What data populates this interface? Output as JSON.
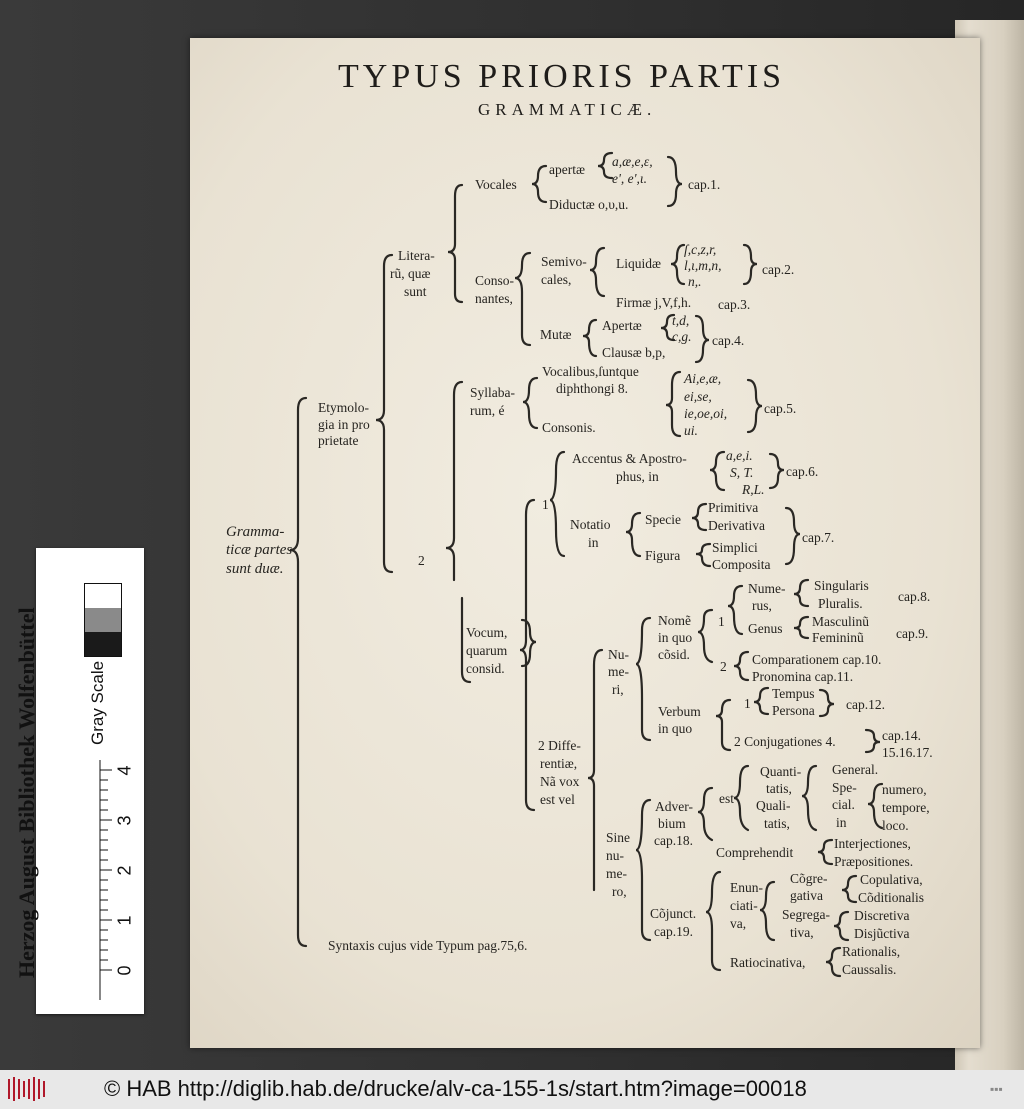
{
  "title": {
    "line1": "TYPUS PRIORIS PARTIS",
    "line2": "GRAMMATICÆ."
  },
  "tree": {
    "root": {
      "l1": "Gramma-",
      "l2": "ticæ partes",
      "l3": "sunt duæ."
    },
    "etymologia": {
      "l1": "Etymolo-",
      "l2": "gia in pro",
      "l3": "prietate"
    },
    "syntaxis": "Syntaxis cujus vide Typum pag.75,6.",
    "literarum": {
      "l1": "Litera-",
      "l2": "rũ, quæ",
      "l3": "sunt"
    },
    "num2": "2",
    "vocales": "Vocales",
    "apertae": "apertæ",
    "apertae_letters_1": "a,æ,e,ε,",
    "apertae_letters_2": "e', e',ι.",
    "diductae": "Diductæ o,υ,u.",
    "cap1": "cap.1.",
    "consonantes": {
      "l1": "Conso-",
      "l2": "nantes,"
    },
    "semivocales": {
      "l1": "Semivo-",
      "l2": "cales,"
    },
    "liquidae": "Liquidæ",
    "liquidae_letters_1": "ſ,c,z,r,",
    "liquidae_letters_2": "l,ι,m,n,",
    "liquidae_letters_3": "n,.",
    "cap2": "cap.2.",
    "firmae": "Firmæ j,V,f,h.",
    "cap3": "cap.3.",
    "mutae": "Mutæ",
    "mutae_apertae": "Apertæ",
    "mutae_apertae_letters_1": "t,d,",
    "mutae_apertae_letters_2": "c,g.",
    "mutae_clausae": "Clausæ b,p,",
    "cap4": "cap.4.",
    "syllabarum": {
      "l1": "Syllaba-",
      "l2": "rum, é"
    },
    "vocalibus": {
      "l1": "Vocalibus,ſuntque",
      "l2": "diphthongi 8."
    },
    "diph_1": "Ai,e,æ,",
    "diph_2": "ei,se,",
    "diph_3": "ie,oe,oi,",
    "diph_4": "ui.",
    "consonis": "Consonis.",
    "cap5": "cap.5.",
    "vocum": {
      "l1": "Vocum,",
      "l2": "quarum",
      "l3": "consid."
    },
    "num1_vocum": "1",
    "accentus": {
      "l1": "Accentus & Apostro-",
      "l2": "phus, in"
    },
    "accentus_signs_1": "a,e,i.",
    "accentus_signs_2": "S, T.",
    "accentus_signs_3": "R,L.",
    "cap6": "cap.6.",
    "notatio": {
      "l1": "Notatio",
      "l2": "in"
    },
    "specie": "Specie",
    "primitiva": "Primitiva",
    "derivativa": "Derivativa",
    "figura": "Figura",
    "simplici": "Simplici",
    "composita": "Composita",
    "cap7": "cap.7.",
    "differentiae": {
      "l1": "2 Diffe-",
      "l2": "rentiæ,",
      "l3": "Nã vox",
      "l4": "est vel"
    },
    "numeri": {
      "l1": "Nu-",
      "l2": "me-",
      "l3": "ri,"
    },
    "nomen": {
      "l1": "Nomẽ",
      "l2": "in quo",
      "l3": "cõsid."
    },
    "nomen_1": "1",
    "numerus": {
      "l1": "Nume-",
      "l2": "rus,"
    },
    "singularis": "Singularis",
    "pluralis": "Pluralis.",
    "cap8": "cap.8.",
    "genus": "Genus",
    "masculinum": "Masculinũ",
    "femininum": "Femininũ",
    "cap9": "cap.9.",
    "nomen_2": "2",
    "comparationem": "Comparationem cap.10.",
    "pronomina": "Pronomina cap.11.",
    "verbum": {
      "l1": "Verbum",
      "l2": "in quo"
    },
    "verbum_1": "1",
    "tempus": "Tempus",
    "persona": "Persona",
    "cap12": "cap.12.",
    "conjugationes": "2 Conjugationes 4.",
    "cap14": "cap.14.",
    "cap15": "15.16.17.",
    "sine_numero": {
      "l1": "Sine",
      "l2": "nu-",
      "l3": "me-",
      "l4": "ro,"
    },
    "adverbium": {
      "l1": "Adver-",
      "l2": "bium",
      "l3": "cap.18."
    },
    "est": "est",
    "quantitatis": {
      "l1": "Quanti-",
      "l2": "tatis,"
    },
    "qualitatis": {
      "l1": "Quali-",
      "l2": "tatis,"
    },
    "general": "General.",
    "speciali": {
      "l1": "Spe-",
      "l2": "cial.",
      "l3": "in"
    },
    "numero": "numero,",
    "tempore": "tempore,",
    "loco": "loco.",
    "comprehendit": "Comprehendit",
    "interjectiones": "Interjectiones,",
    "praepositiones": "Præpositiones.",
    "conjunctio": {
      "l1": "Cõjunct.",
      "l2": "cap.19."
    },
    "enunciativa": {
      "l1": "Enun-",
      "l2": "ciati-",
      "l3": "va,"
    },
    "congregativa": {
      "l1": "Cõgre-",
      "l2": "gativa"
    },
    "segregativa": {
      "l1": "Segrega-",
      "l2": "tiva,"
    },
    "copulativa": "Copulativa,",
    "conditionalis": "Cõditionalis",
    "discretiva": "Discretiva",
    "disjunctiva": "Disjũctiva",
    "ratiocinativa": "Ratiocinativa,",
    "rationalis": "Rationalis,",
    "caussalis": "Caussalis."
  },
  "scale_card": {
    "label": "Herzog August Bibliothek Wolfenbüttel",
    "gray_scale": "Gray Scale",
    "ruler": [
      "0",
      "1",
      "2",
      "3",
      "4"
    ],
    "swatches": [
      "#ffffff",
      "#8a8a8a",
      "#1a1a1a"
    ]
  },
  "footer": {
    "text": "© HAB http://diglib.hab.de/drucke/alv-ca-155-1s/start.htm?image=00018",
    "dots": "▪▪▪"
  }
}
